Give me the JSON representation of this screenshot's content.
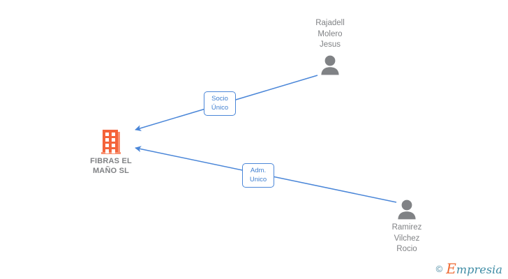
{
  "graph": {
    "title_text": "FIBRAS EL MAÑO SL",
    "company": {
      "name_line1": "FIBRAS EL",
      "name_line2": "MAÑO SL",
      "icon": "building-icon",
      "color": "#f4633a"
    },
    "people": [
      {
        "id": "rajadell-molero-jesus",
        "line1": "Rajadell",
        "line2": "Molero",
        "line3": "Jesus",
        "icon": "person-icon",
        "color": "#808285",
        "relation": "Socio Único"
      },
      {
        "id": "ramirez-vilchez-rocio",
        "line1": "Ramirez",
        "line2": "Vilchez",
        "line3": "Rocio",
        "icon": "person-icon",
        "color": "#808285",
        "relation": "Adm. Unico"
      }
    ],
    "edges": [
      {
        "id": "edge-socio-unico",
        "from": "rajadell-molero-jesus",
        "to": "fibras-el-mano-sl",
        "label_line1": "Socio",
        "label_line2": "Único",
        "color": "#4a86d8",
        "arrow": "arrowhead-left"
      },
      {
        "id": "edge-adm-unico",
        "from": "ramirez-vilchez-rocio",
        "to": "fibras-el-mano-sl",
        "label_line1": "Adm.",
        "label_line2": "Unico",
        "color": "#4a86d8",
        "arrow": "arrowhead-left"
      }
    ]
  },
  "watermark": {
    "copyright_symbol": "©",
    "brand_initial": "E",
    "brand_rest": "mpresia",
    "accent_color": "#ef6a33",
    "text_color": "#3e8ca5"
  }
}
